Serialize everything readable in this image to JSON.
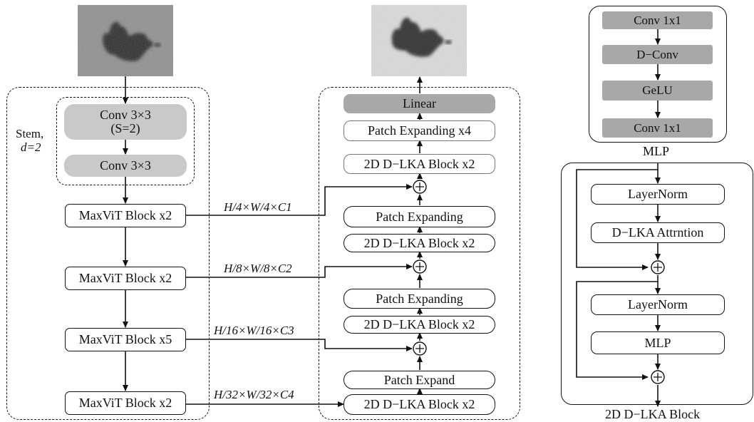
{
  "encoder": {
    "stem_label": "Stem,",
    "stem_d": "d=2",
    "conv_s2_line1": "Conv 3×3",
    "conv_s2_line2": "(S=2)",
    "conv_3x3": "Conv 3×3",
    "blocks": [
      "MaxViT Block x2",
      "MaxViT Block x2",
      "MaxViT Block x5",
      "MaxViT Block x2"
    ]
  },
  "skips": [
    "H/4×W/4×C1",
    "H/8×W/8×C2",
    "H/16×W/16×C3",
    "H/32×W/32×C4"
  ],
  "decoder": {
    "linear": "Linear",
    "patch_expanding_x4": "Patch Expanding x4",
    "lka_block_top": "2D D−LKA Block x2",
    "patch_expanding_1": "Patch Expanding",
    "lka_block_1": "2D D−LKA Block x2",
    "patch_expanding_2": "Patch Expanding",
    "lka_block_2": "2D D−LKA Block x2",
    "patch_expand": "Patch Expand",
    "lka_block_bottom": "2D D−LKA Block x2"
  },
  "mlp": {
    "title": "MLP",
    "items": [
      "Conv 1x1",
      "D−Conv",
      "GeLU",
      "Conv 1x1"
    ]
  },
  "lka_block": {
    "title": "2D D−LKA Block",
    "items": [
      "LayerNorm",
      "D−LKA Attrntion",
      "LayerNorm",
      "MLP"
    ]
  },
  "colors": {
    "box_grey": "#c9c9c9",
    "box_dark_grey": "#a8a8a8",
    "line": "#111111"
  }
}
